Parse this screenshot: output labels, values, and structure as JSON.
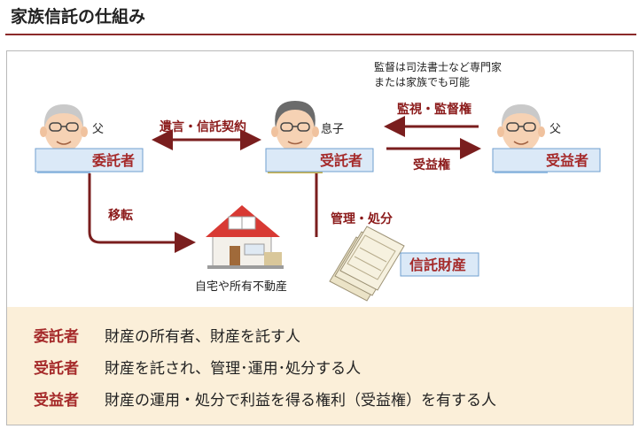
{
  "title": "家族信託の仕組み",
  "note": {
    "line1": "監督は司法書士など専門家",
    "line2": "または家族でも可能"
  },
  "persons": {
    "settlor": {
      "relation": "父",
      "role": "委託者"
    },
    "trustee": {
      "relation": "息子",
      "role": "受託者"
    },
    "beneficiary": {
      "relation": "父",
      "role": "受益者"
    }
  },
  "flows": {
    "will_contract": "遺言・信託契約",
    "supervision": "監視・監督権",
    "beneficial_interest": "受益権",
    "transfer": "移転",
    "management": "管理・処分"
  },
  "assets": {
    "home": "自宅や所有不動産",
    "trust_property": "信託財産"
  },
  "definitions": [
    {
      "term": "委託者",
      "desc": "財産の所有者、財産を託す人"
    },
    {
      "term": "受託者",
      "desc": "財産を託され、管理･運用･処分する人"
    },
    {
      "term": "受益者",
      "desc": "財産の運用・処分で利益を得る権利（受益権）を有する人"
    }
  ],
  "colors": {
    "accent": "#a52a2a",
    "label_bg": "#dbe9f7",
    "panel_bg": "#fbefd9"
  }
}
